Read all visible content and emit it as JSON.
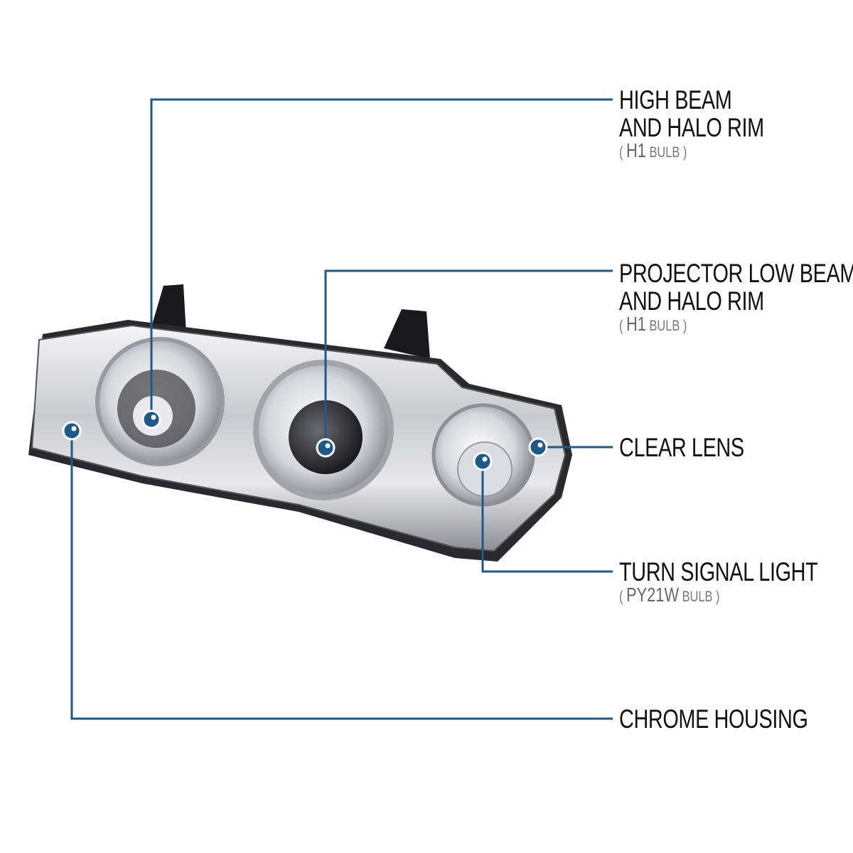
{
  "accent_color": "#1b5a8a",
  "callouts": [
    {
      "title_lines": [
        "HIGH BEAM",
        "AND HALO RIM"
      ],
      "bulb_code": "H1",
      "bulb_word": "BULB"
    },
    {
      "title_lines": [
        "PROJECTOR LOW BEAM",
        "AND HALO RIM"
      ],
      "bulb_code": "H1",
      "bulb_word": "BULB"
    },
    {
      "title_lines": [
        "CLEAR LENS"
      ]
    },
    {
      "title_lines": [
        "TURN SIGNAL LIGHT"
      ],
      "bulb_code": "PY21W",
      "bulb_word": "BULB"
    },
    {
      "title_lines": [
        "CHROME HOUSING"
      ]
    }
  ],
  "punctuation": {
    "open": "(",
    "close": ")"
  }
}
